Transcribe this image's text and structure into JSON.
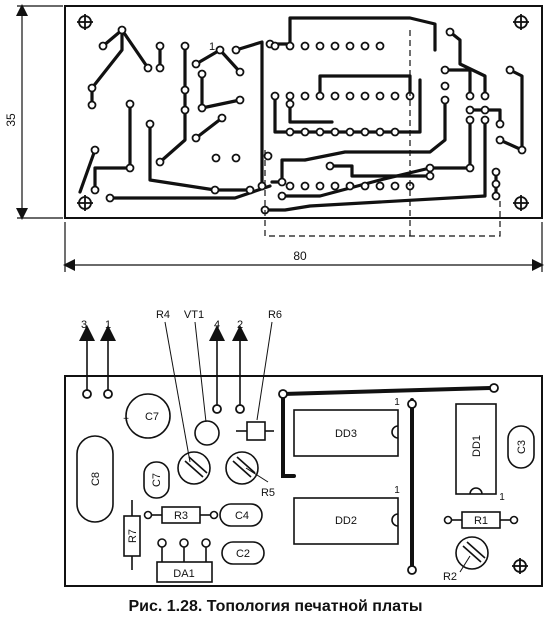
{
  "dimensions": {
    "height": "35",
    "width": "80"
  },
  "pin_markers": {
    "top_board": "1",
    "dd3": "1",
    "dd2": "1",
    "dd1": "1"
  },
  "terminals": [
    "3",
    "1",
    "4",
    "2"
  ],
  "components": {
    "R4": "R4",
    "VT1": "VT1",
    "R6": "R6",
    "C7_electrolytic": "C7",
    "C7_small": "C7",
    "C8": "C8",
    "DD3": "DD3",
    "DD2": "DD2",
    "DD1": "DD1",
    "C3": "C3",
    "R5": "R5",
    "R3": "R3",
    "C4": "C4",
    "R7": "R7",
    "C2": "C2",
    "DA1": "DA1",
    "R1": "R1",
    "R2": "R2"
  },
  "polarity_mark": "+",
  "caption": "Рис. 1.28. Топология печатной платы",
  "colors": {
    "ink": "#111111",
    "paper": "#ffffff"
  }
}
